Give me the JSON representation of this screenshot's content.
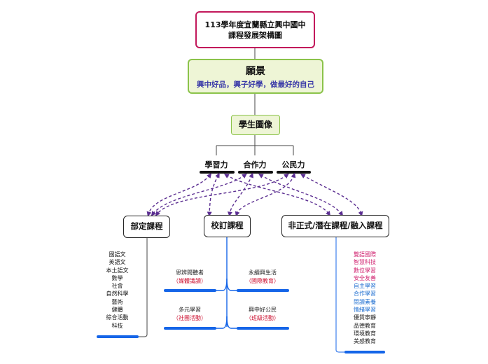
{
  "title": {
    "line1": "113學年度宜蘭縣立興中國中",
    "line2": "課程發展架構圖"
  },
  "vision": {
    "title": "願景",
    "subtitle": "興中好品，興子好學，做最好的自己"
  },
  "student_image": "學生圖像",
  "capabilities": [
    "學習力",
    "合作力",
    "公民力"
  ],
  "curriculum": {
    "required": "部定課程",
    "school": "校訂課程",
    "informal": "非正式/潛在課程/融入課程"
  },
  "required_subjects": [
    "國語文",
    "英語文",
    "本土語文",
    "數學",
    "社會",
    "自然科學",
    "藝術",
    "健體",
    "綜合活動",
    "科技"
  ],
  "school_courses": [
    {
      "name": "思辨閱聽者",
      "sub": "（媒體識讀）"
    },
    {
      "name": "永續興生活",
      "sub": "（國際教育）"
    },
    {
      "name": "多元學習",
      "sub": "（社團活動）"
    },
    {
      "name": "興中好公民",
      "sub": "（班級活動）"
    }
  ],
  "informal_topics": [
    {
      "text": "雙語國際",
      "tone": "pink"
    },
    {
      "text": "智慧科技",
      "tone": "pink"
    },
    {
      "text": "數位學習",
      "tone": "pink"
    },
    {
      "text": "安全友善",
      "tone": "pink"
    },
    {
      "text": "自主學習",
      "tone": "blue"
    },
    {
      "text": "合作學習",
      "tone": "blue"
    },
    {
      "text": "閱讀素養",
      "tone": "blue"
    },
    {
      "text": "情緒學習",
      "tone": "blue"
    },
    {
      "text": "優質寧靜",
      "tone": "dark"
    },
    {
      "text": "品德教育",
      "tone": "dark"
    },
    {
      "text": "環境教育",
      "tone": "dark"
    },
    {
      "text": "美感教育",
      "tone": "dark"
    }
  ],
  "colors": {
    "accent_blue": "#1565e8",
    "dashed_purple": "#5b2e91",
    "title_border": "#c2185b",
    "green_border": "#8bc34a"
  }
}
